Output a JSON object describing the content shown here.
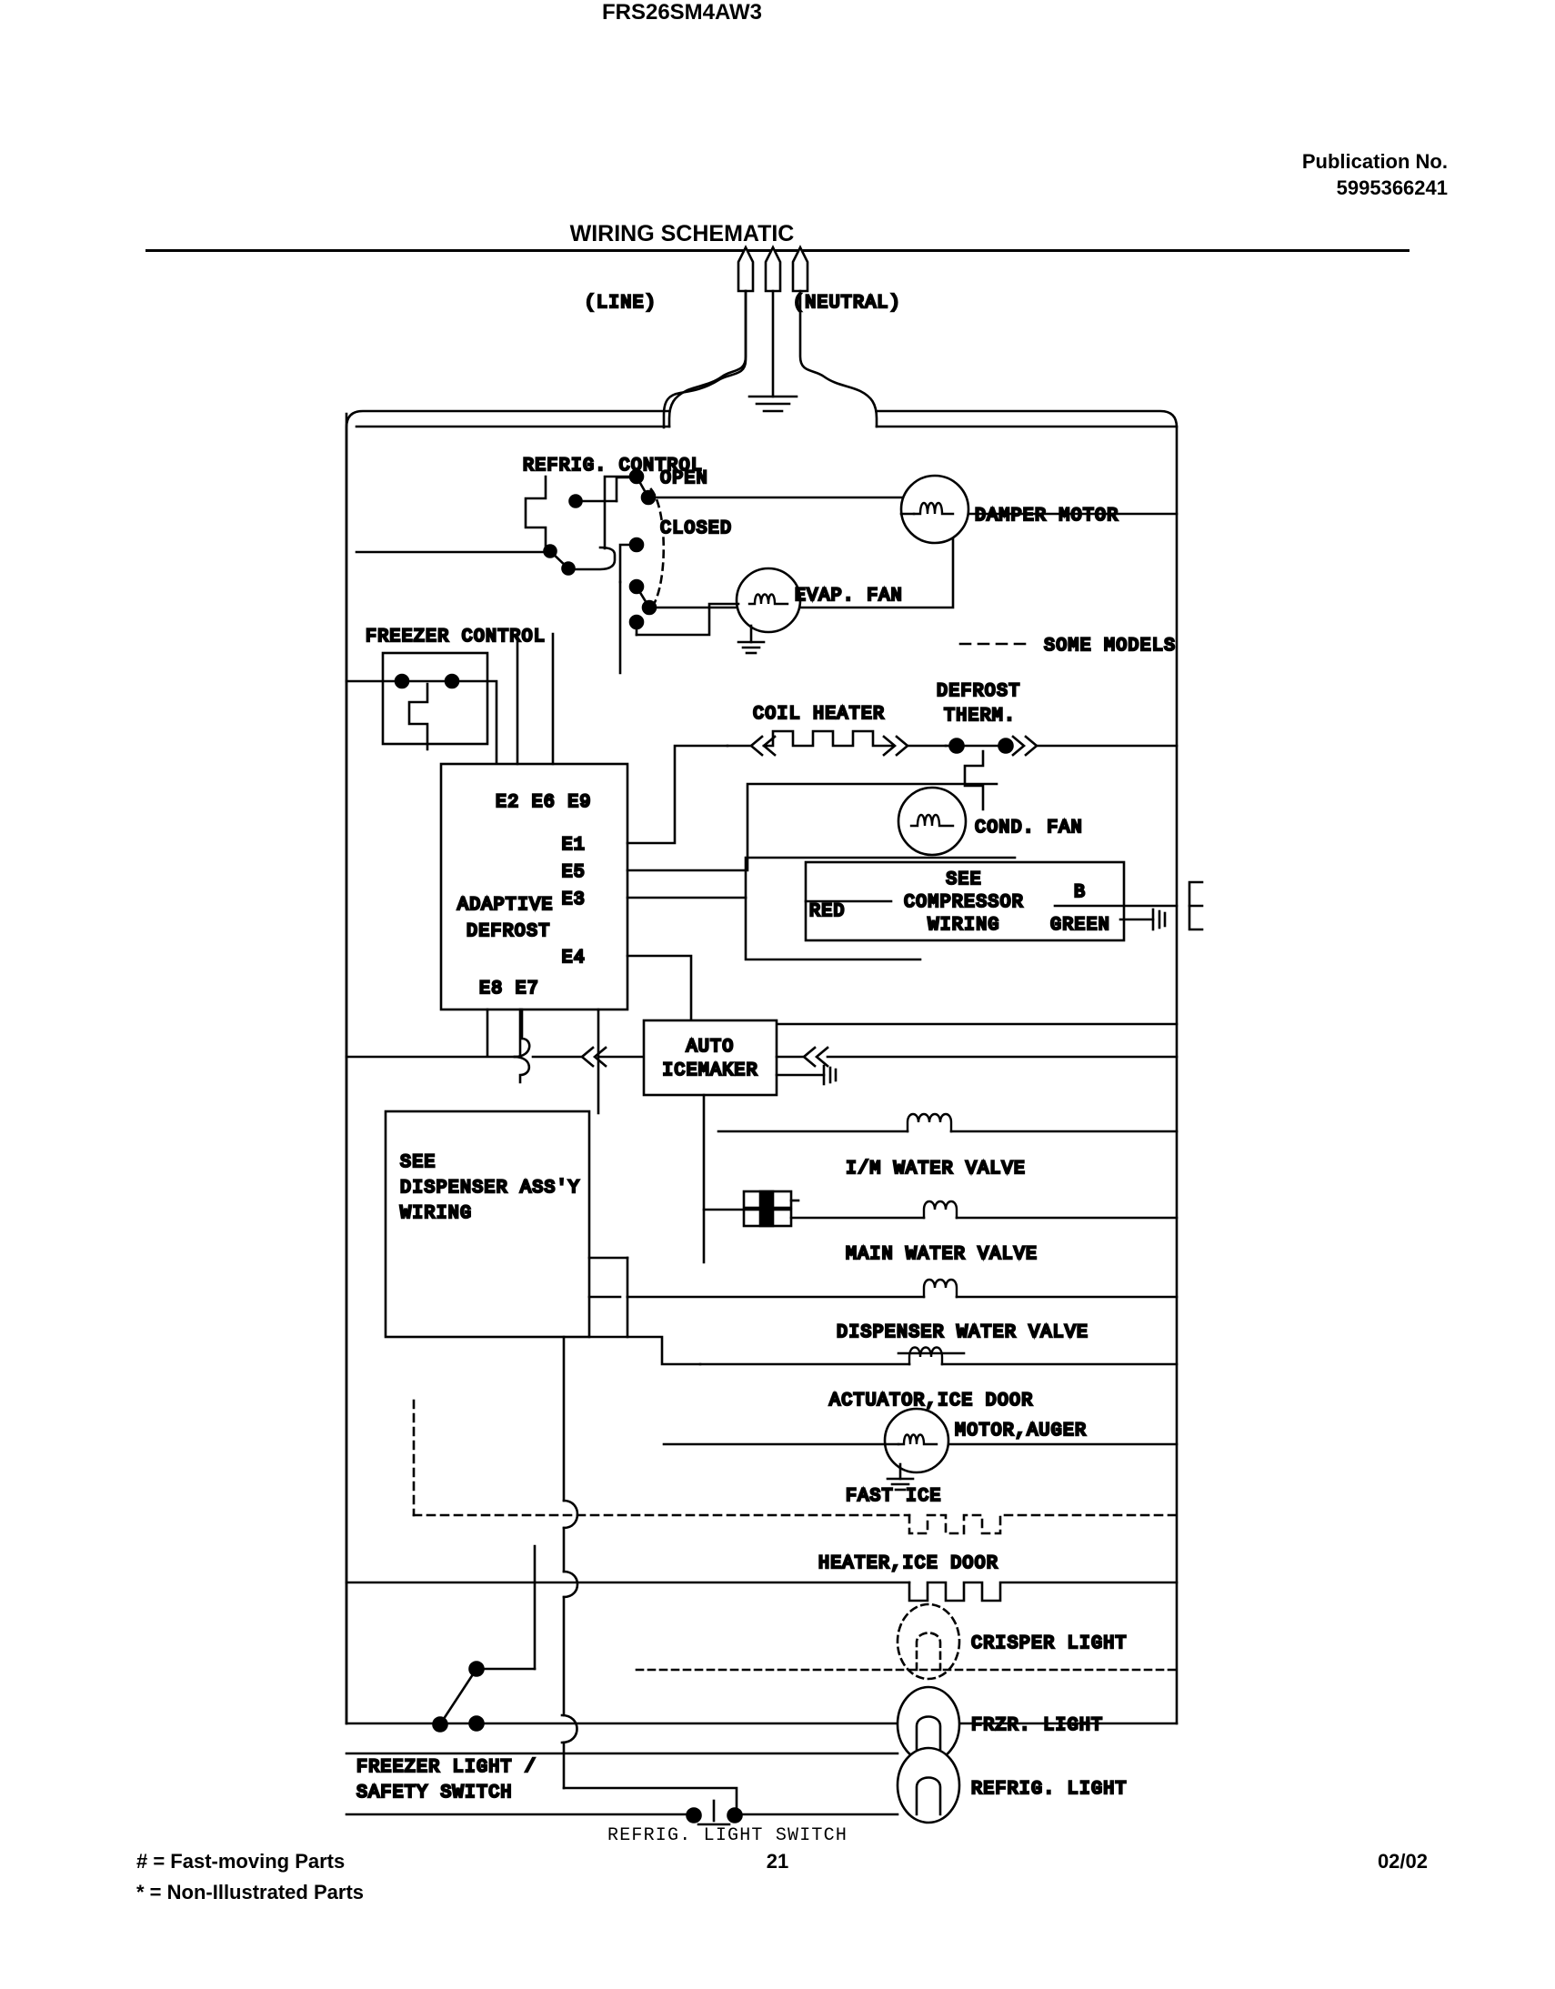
{
  "header": {
    "model": "FRS26SM4AW3",
    "publication_label": "Publication No.",
    "publication_number": "5995366241",
    "title": "WIRING SCHEMATIC"
  },
  "footer": {
    "legend_fast_moving": "#  =  Fast-moving Parts",
    "legend_non_illustrated": "*   =  Non-Illustrated Parts",
    "page_number": "21",
    "date": "02/02"
  },
  "schematic": {
    "supply": {
      "line_label": "(LINE)",
      "neutral_label": "(NEUTRAL)"
    },
    "legend": {
      "some_models": "SOME MODELS"
    },
    "controls": {
      "refrig_control": "REFRIG. CONTROL",
      "refrig_open": "OPEN",
      "refrig_closed": "CLOSED",
      "freezer_control": "FREEZER CONTROL"
    },
    "adaptive_defrost": {
      "name_line1": "ADAPTIVE",
      "name_line2": "DEFROST",
      "terminals_top": "E2  E6  E9",
      "terminal_e1": "E1",
      "terminal_e5": "E5",
      "terminal_e3": "E3",
      "terminal_e4": "E4",
      "terminals_bottom": "E8  E7"
    },
    "compressor_box": {
      "line1": "SEE",
      "line2": "COMPRESSOR",
      "line3": "WIRING",
      "red_label": "RED",
      "green_label": "GREEN",
      "b_label": "B"
    },
    "dispenser_box": {
      "line1": "SEE",
      "line2": "DISPENSER ASS'Y",
      "line3": "WIRING"
    },
    "icemaker_box": {
      "line1": "AUTO",
      "line2": "ICEMAKER"
    },
    "components": [
      {
        "id": "damper-motor",
        "label": "DAMPER MOTOR"
      },
      {
        "id": "evap-fan",
        "label": "EVAP. FAN"
      },
      {
        "id": "coil-heater",
        "label": "COIL HEATER"
      },
      {
        "id": "defrost-therm",
        "label1": "DEFROST",
        "label2": "THERM."
      },
      {
        "id": "cond-fan",
        "label": "COND. FAN"
      },
      {
        "id": "im-water-valve",
        "label": "I/M WATER VALVE"
      },
      {
        "id": "main-water-valve",
        "label": "MAIN WATER VALVE"
      },
      {
        "id": "dispenser-water-valve",
        "label": "DISPENSER WATER VALVE"
      },
      {
        "id": "actuator-ice-door",
        "label": "ACTUATOR,ICE DOOR"
      },
      {
        "id": "motor-auger",
        "label": "MOTOR,AUGER"
      },
      {
        "id": "fast-ice",
        "label": "FAST ICE"
      },
      {
        "id": "heater-ice-door",
        "label": "HEATER,ICE DOOR"
      },
      {
        "id": "crisper-light",
        "label": "CRISPER LIGHT"
      },
      {
        "id": "frzr-light",
        "label": "FRZR. LIGHT"
      },
      {
        "id": "refrig-light",
        "label": "REFRIG. LIGHT"
      }
    ],
    "switches": {
      "freezer_light_safety_l1": "FREEZER LIGHT /",
      "freezer_light_safety_l2": "SAFETY SWITCH",
      "refrig_light_switch": "REFRIG. LIGHT SWITCH"
    }
  }
}
